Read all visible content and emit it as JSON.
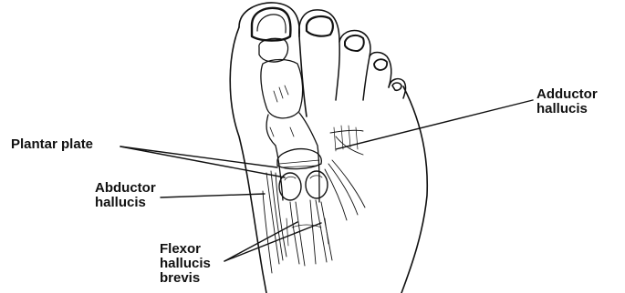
{
  "labels": {
    "plantar_plate": "Plantar plate",
    "abductor_hallucis": "Abductor\nhallucis",
    "adductor_hallucis": "Adductor\nhallucis",
    "flexor_hallucis_brevis": "Flexor\nhallucis\nbrevis"
  },
  "colors": {
    "ink": "#111111",
    "background": "#ffffff"
  }
}
